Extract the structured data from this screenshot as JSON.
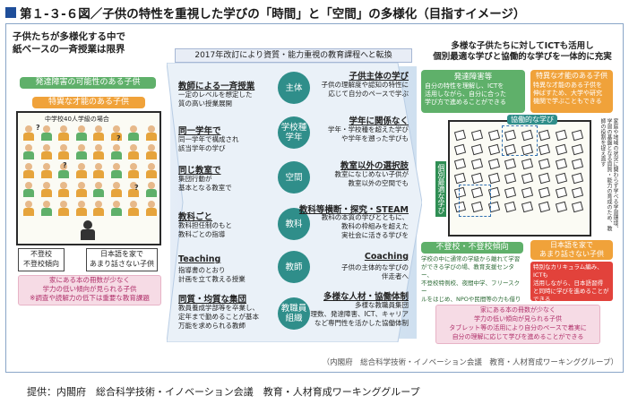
{
  "title": "第１-３-６図／子供の特性を重視した学びの「時間」と「空間」の多様化（目指すイメージ）",
  "left": {
    "heading": "子供たちが多様化する中で\n紙ベースの一斉授業は限界",
    "pill1": "発達障害の可能性のある子供",
    "pill2": "特異な才能のある子供",
    "classroom_label": "中学校40人学級の場合",
    "q": "?",
    "box1": "不登校\n不登校傾向",
    "box2": "日本語を家で\nあまり話さない子供",
    "pink": "家にある本の冊数が少なく\n学力の低い傾向が見られる子供\n※調査や読解力の低下は重要な教育課題"
  },
  "center": {
    "banner": "2017年改訂により資質・能力重視の教育課程へと転換",
    "rows": [
      {
        "lh": "教師による一斉授業",
        "lt": "一定のレベルを想定した\n質の高い授業展開",
        "c": "主体",
        "rh": "子供主体の学び",
        "rt": "子供の理解度や認知の特性に\n応じて自分のペースで学ぶ"
      },
      {
        "lh": "同一学年で",
        "lt": "同一学年で構成され\n該当学年の学び",
        "c": "学校種\n学年",
        "rh": "学年に関係なく",
        "rt": "学年・学校種を超えた学び\nや学年を遡った学びも"
      },
      {
        "lh": "同じ教室で",
        "lt": "集団行動が\n基本となる教室で",
        "c": "空間",
        "rh": "教室以外の選択肢",
        "rt": "教室になじめない子供が\n教室以外の空間でも"
      },
      {
        "lh": "教科ごと",
        "lt": "教科担任制のもと\n教科ごとの指導",
        "c": "教科",
        "rh": "教科等横断・探究・STEAM",
        "rt": "教科の本質の学びとともに、\n教科の枠組みを超えた\n実社会に活きる学びを"
      },
      {
        "lh": "Teaching",
        "lt": "指導書のとおり\n計画を立て教える授業",
        "c": "教師",
        "rh": "Coaching",
        "rt": "子供の主体的な学びの\n伴走者へ"
      },
      {
        "lh": "同質・均質な集団",
        "lt": "教員養成学部等を卒業し、\n定年まで勤めることが基本\n万能を求められる教師",
        "c": "教職員\n組織",
        "rh": "多様な人材・協働体制",
        "rt": "多様な教職員集団\n理数、発達障害、ICT、キャリア\nなど専門性を活かした協働体制"
      }
    ]
  },
  "right": {
    "heading": "多様な子供たちに対してICTも活用し\n個別最適な学びと協働的な学びを一体的に充実",
    "g1_label": "発達障害等",
    "g1_text": "自分の特性を理解し、ICTを\n活用しながら、自分に合った\n学び方で進めることができる",
    "o1_label": "特異な才能のある子供",
    "o1_text": "特異な才能のある子供を\n伸ばすため、大学や研究\n機関で学ぶこともできる",
    "collab": "協働的な学び",
    "vert": "個別最適な学び",
    "side_note": "家庭や地域の状況に関わらず学べる学習環境、学習の基盤となる資質・能力の育成のため、教師の役割を捉え直す",
    "g2_label": "不登校・不登校傾向",
    "g2_text": "学校の中に通常の学級から離れて学習\nができる学びの場、教育支援センター、\n不登校特例校、夜間中学、フリースクー\nルをはじめ、NPOや民間等の力も借りなが\nら、学業の学びが止まらないように",
    "o2_label": "日本語を家で\nあまり話さない子供",
    "o2_text": "特別なカリキュラム編み、ICTも\n活用しながら、日本語習得\nと同時に学びを進めることが\nできる",
    "pink": "家にある本の冊数が少なく\n学力の低い傾向が見られる子供\nタブレット等の活用により自分のペースで着実に\n自分の理解に応じて学びを進めることができる"
  },
  "source_inner": "（内閣府　総合科学技術・イノベーション会議　教育・人材育成ワーキンググループ）",
  "source_bottom": "提供：内閣府　総合科学技術・イノベーション会議　教育・人材育成ワーキンググループ",
  "colors": {
    "accent": "#1f4e9a",
    "teal": "#2f8e8a",
    "green": "#5fb06a",
    "orange": "#f0a23a",
    "pink": "#f6dbe5",
    "red": "#e2423b"
  }
}
